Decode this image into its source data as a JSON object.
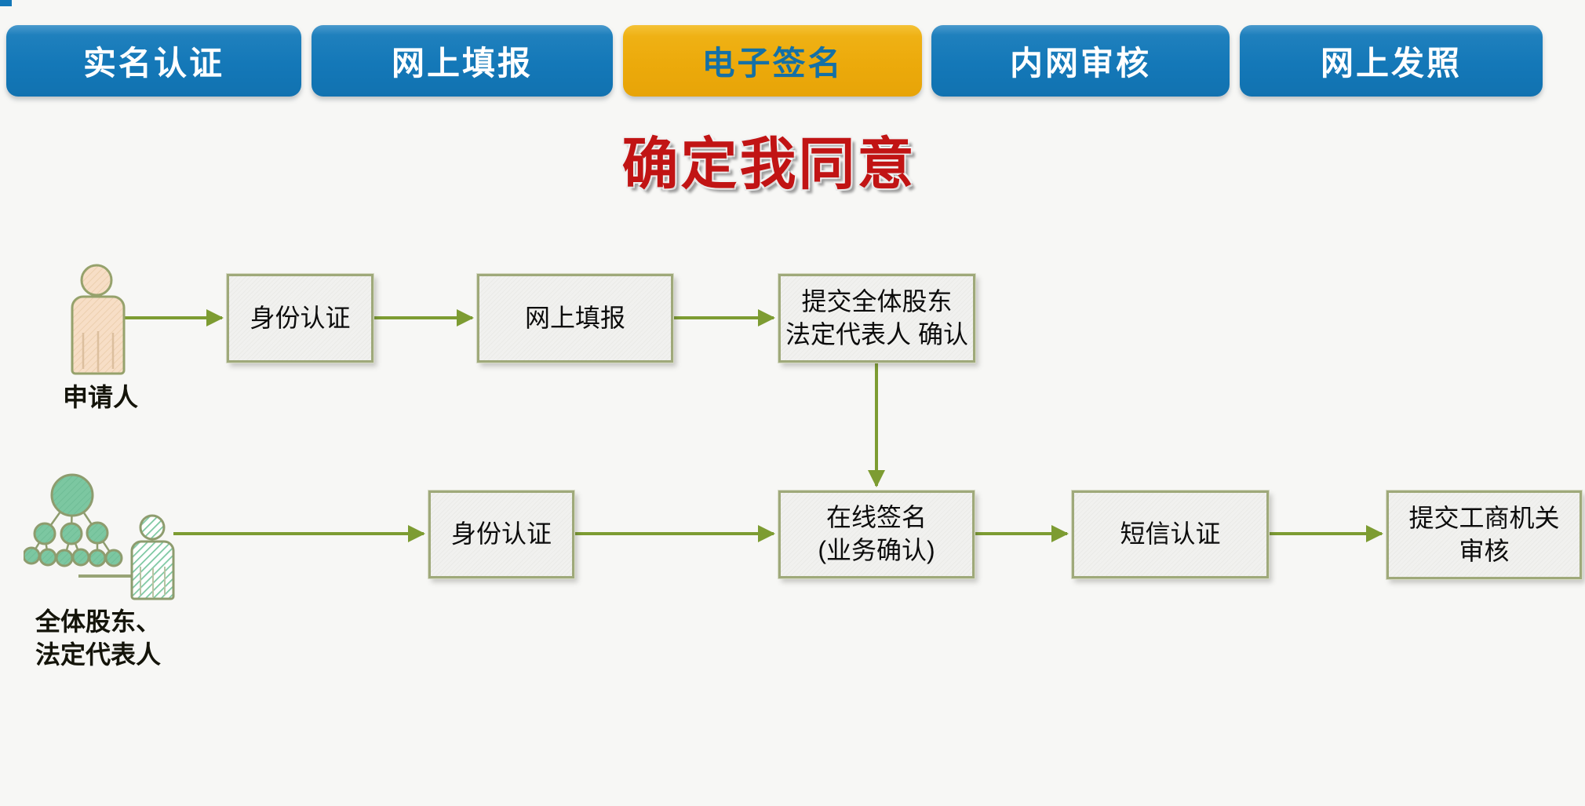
{
  "tabs": [
    {
      "label": "实名认证",
      "active": false
    },
    {
      "label": "网上填报",
      "active": false
    },
    {
      "label": "电子签名",
      "active": true
    },
    {
      "label": "内网审核",
      "active": false
    },
    {
      "label": "网上发照",
      "active": false
    }
  ],
  "title": {
    "text": "确定我同意"
  },
  "flow": {
    "lane1": {
      "actor_label": "申请人",
      "steps": [
        {
          "label": "身份认证"
        },
        {
          "label": "网上填报"
        },
        {
          "label": "提交全体股东\n法定代表人 确认"
        }
      ]
    },
    "lane2": {
      "actor_label": "全体股东、\n法定代表人",
      "steps": [
        {
          "label": "身份认证"
        },
        {
          "label": "在线签名\n(业务确认)"
        },
        {
          "label": "短信认证"
        },
        {
          "label": "提交工商机关\n审核"
        }
      ]
    }
  },
  "colors": {
    "tab_blue": "#1478b8",
    "tab_yellow": "#ecaa0b",
    "tab_text_on_yellow": "#1470a6",
    "title_red": "#c11414",
    "arrow_green": "#7d9c32",
    "box_border": "#9fa97a",
    "box_fill": "#f0f0ee",
    "person_fill": "#f7dec6",
    "group_teal": "#7cc7a1"
  }
}
